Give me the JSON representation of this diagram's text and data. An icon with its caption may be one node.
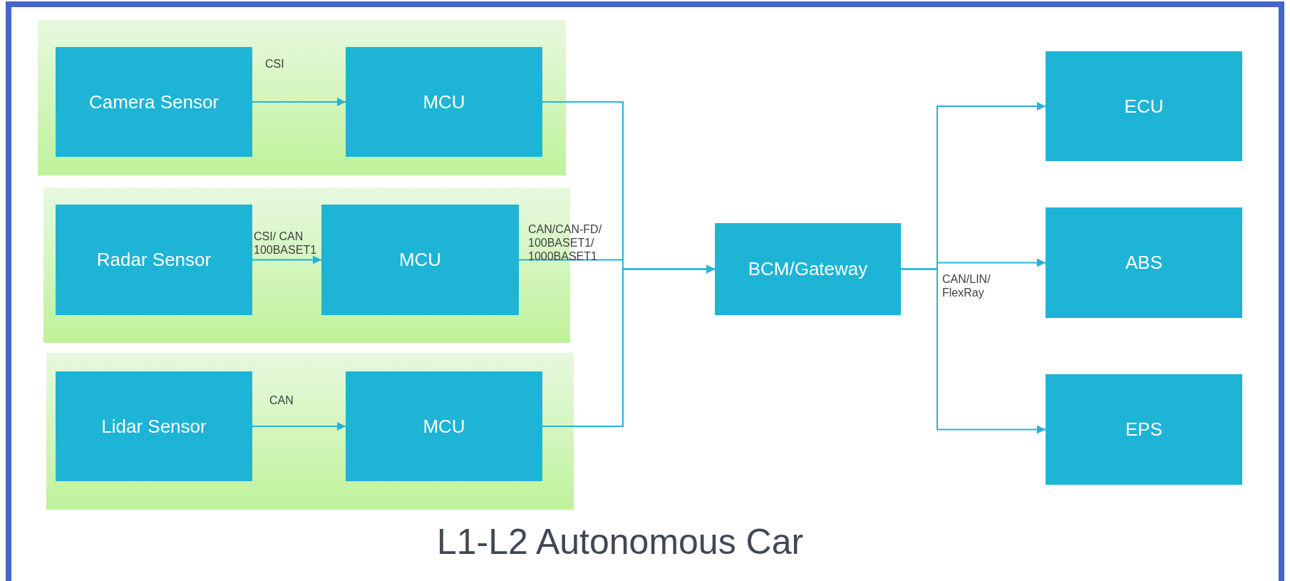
{
  "diagram": {
    "title": "L1-L2 Autonomous Car",
    "nodes": [
      {
        "text": [],
        "shape": "box"
      },
      {
        "text": [
          "Camera Sensor"
        ],
        "in": 0
      },
      {
        "text": [
          "MCU"
        ],
        "in": 0
      },
      {
        "text": [],
        "shape": "box"
      },
      {
        "text": [
          "Radar Sensor"
        ],
        "in": 3
      },
      {
        "text": [
          "MCU"
        ],
        "in": 3
      },
      {
        "text": [],
        "shape": "box"
      },
      {
        "text": [
          "Lidar Sensor"
        ],
        "in": 6
      },
      {
        "text": [
          "MCU"
        ],
        "in": 6
      },
      {
        "text": [
          "BCM/Gateway"
        ]
      },
      {
        "text": [
          "ECU"
        ]
      },
      {
        "text": [
          "ABS"
        ]
      },
      {
        "text": [
          "EPS"
        ]
      }
    ],
    "edges": [
      {
        "from": 1,
        "to": 2,
        "arrow": "to",
        "label": "CSI"
      },
      {
        "from": 4,
        "to": 5,
        "arrow": "to",
        "label": "CSI/ CAN 100BASET1"
      },
      {
        "from": 7,
        "to": 8,
        "arrow": "to",
        "label": "CAN"
      },
      {
        "from": 2,
        "to": 9,
        "arrow": "to"
      },
      {
        "from": 5,
        "to": 9,
        "arrow": "to",
        "label": "CAN/CAN-FD/ 100BASET1/ 1000BASET1"
      },
      {
        "from": 8,
        "to": 9,
        "arrow": "to"
      },
      {
        "from": 9,
        "to": 10,
        "arrow": "to"
      },
      {
        "from": 9,
        "to": 11,
        "arrow": "to",
        "label": "CAN/LIN/ FlexRay"
      },
      {
        "from": 9,
        "to": 12,
        "arrow": "to"
      }
    ]
  }
}
